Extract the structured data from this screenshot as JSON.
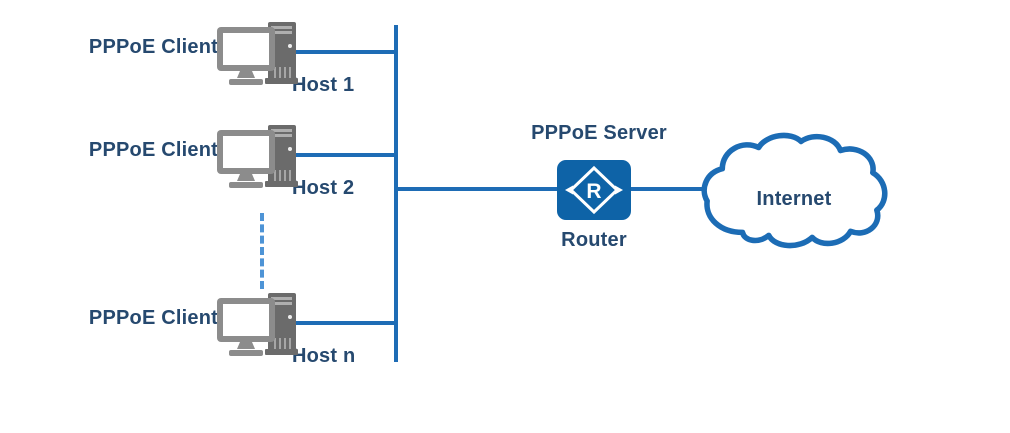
{
  "diagram_type": "network-topology",
  "colors": {
    "link_blue": "#1E6CB5",
    "dashed_blue": "#4E94D6",
    "router_fill": "#0E63A7",
    "cloud_stroke": "#1C6CB5",
    "text_navy": "#26496F",
    "monitor_gray": "#8C8C8C",
    "tower_gray": "#6B6B6B"
  },
  "clients": [
    {
      "label": "PPPoE Client",
      "host": "Host 1"
    },
    {
      "label": "PPPoE Client",
      "host": "Host 2"
    },
    {
      "label": "PPPoE Client",
      "host": "Host n"
    }
  ],
  "server": {
    "role_label": "PPPoE Server",
    "device_label": "Router",
    "icon_letter": "R"
  },
  "internet": {
    "label": "Internet"
  }
}
